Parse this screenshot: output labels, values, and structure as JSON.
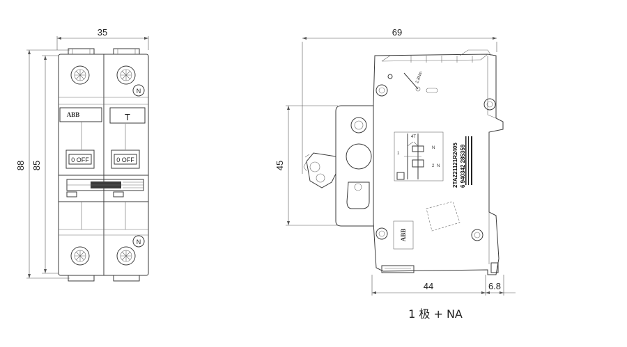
{
  "front_view": {
    "width_dim": "35",
    "total_height_dim": "88",
    "body_height_dim": "85",
    "brand": "ABB",
    "test_button": "T",
    "left_switch_label": "0 OFF",
    "right_switch_label": "0 OFF",
    "neutral_mark": "N"
  },
  "side_view": {
    "depth_dim": "69",
    "front_height_dim": "45",
    "body_depth_dim": "44",
    "rail_dim": "6.8",
    "rating_label": "2,8Nm",
    "brand": "ABB",
    "product_code": "2TAZ21121R2405",
    "ean_code": "6 940342 285359",
    "schematic_labels": [
      "4T",
      "1",
      "N",
      "2",
      "N"
    ]
  },
  "caption": "1 极 + NA"
}
